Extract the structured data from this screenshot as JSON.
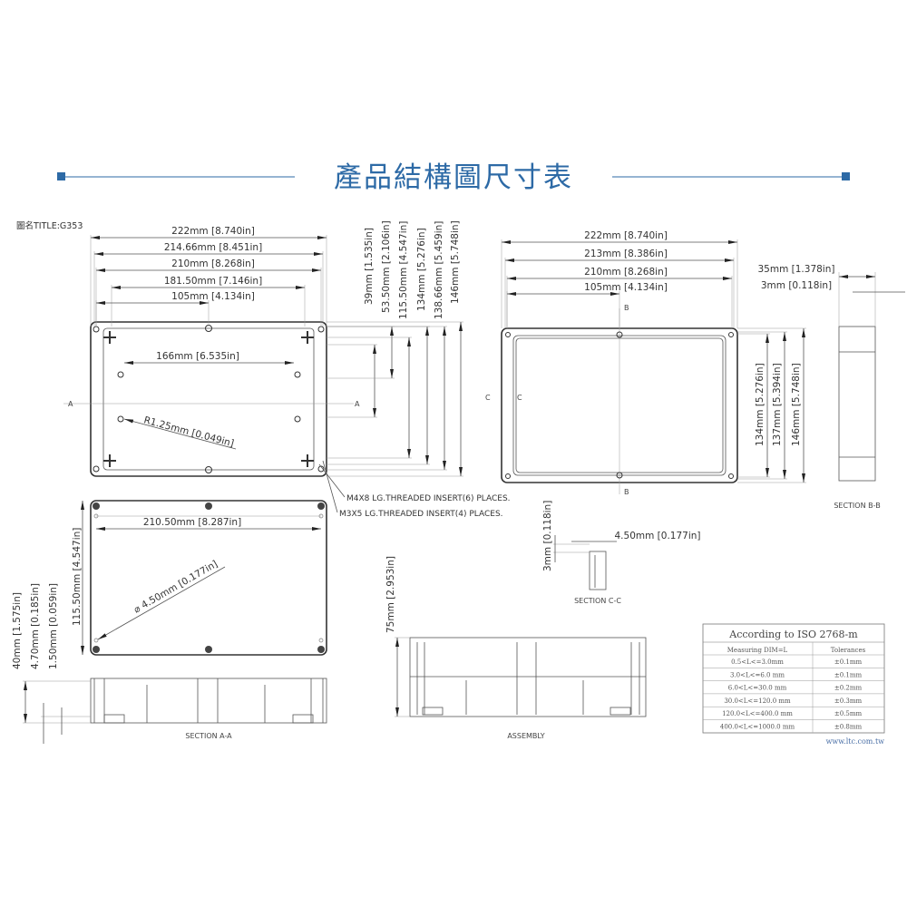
{
  "header": {
    "title": "產品結構圖尺寸表",
    "accent_color": "#2d6aa6"
  },
  "drawing_title": "圖名TITLE:G353",
  "top_view": {
    "widths": [
      "222mm [8.740in]",
      "214.66mm [8.451in]",
      "210mm [8.268in]",
      "181.50mm [7.146in]",
      "105mm [4.134in]"
    ],
    "heights": [
      "39mm [1.535in]",
      "53.50mm [2.106in]",
      "115.50mm [4.547in]",
      "134mm [5.276in]",
      "138.66mm [5.459in]",
      "146mm [5.748in]"
    ],
    "hole_spacing": "166mm [6.535in]",
    "radius": "R1.25mm [0.049in]",
    "section_marker": "A",
    "notes": [
      "M4X8 LG.THREADED INSERT(6) PLACES.",
      "M3X5 LG.THREADED INSERT(4) PLACES."
    ]
  },
  "lid_view": {
    "widths": [
      "222mm [8.740in]",
      "213mm [8.386in]",
      "210mm [8.268in]",
      "105mm [4.134in]"
    ],
    "heights": [
      "134mm [5.276in]",
      "137mm [5.394in]",
      "146mm [5.748in]"
    ],
    "section_b": "B",
    "section_c": "C"
  },
  "section_bb": {
    "dims": [
      "35mm [1.378in]",
      "3mm [0.118in]"
    ],
    "label": "SECTION B-B"
  },
  "section_cc": {
    "dims": [
      "3mm [0.118in]",
      "4.50mm [0.177in]"
    ],
    "label": "SECTION C-C"
  },
  "bottom_view": {
    "width": "210.50mm [8.287in]",
    "height": "115.50mm [4.547in]",
    "diameter": "⌀ 4.50mm [0.177in]"
  },
  "section_aa": {
    "dims": [
      "40mm [1.575in]",
      "4.70mm [0.185in]",
      "1.50mm [0.059in]"
    ],
    "label": "SECTION A-A"
  },
  "assembly": {
    "dim": "75mm [2.953in]",
    "label": "ASSEMBLY"
  },
  "tolerance_table": {
    "title": "According to ISO 2768-m",
    "headers": [
      "Measuring  DIM=L",
      "Tolerances"
    ],
    "rows": [
      [
        "0.5<L<=3.0mm",
        "±0.1mm"
      ],
      [
        "3.0<L<=6.0 mm",
        "±0.1mm"
      ],
      [
        "6.0<L<=30.0 mm",
        "±0.2mm"
      ],
      [
        "30.0<L<=120.0 mm",
        "±0.3mm"
      ],
      [
        "120.0<L<=400.0 mm",
        "±0.5mm"
      ],
      [
        "400.0<L<=1000.0 mm",
        "±0.8mm"
      ]
    ]
  },
  "website": "www.ltc.com.tw"
}
